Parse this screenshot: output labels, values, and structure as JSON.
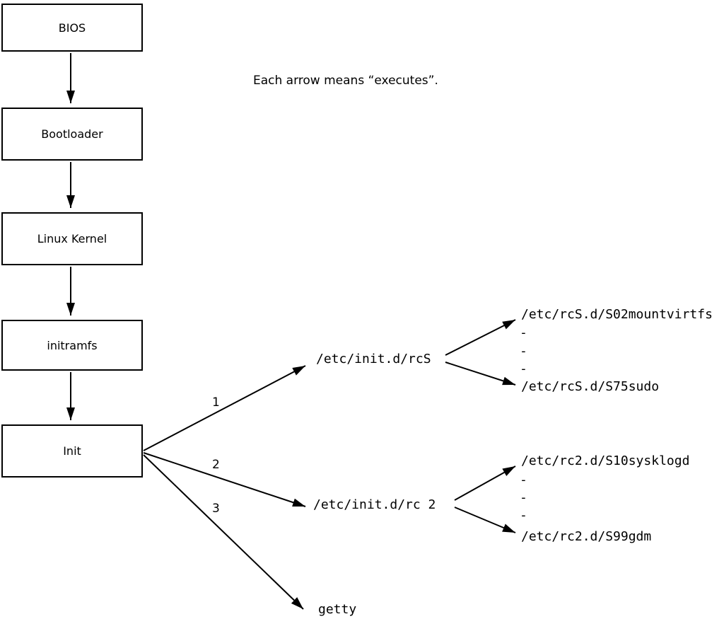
{
  "caption": "Each arrow means “executes”.",
  "chain": [
    {
      "label": "BIOS"
    },
    {
      "label": "Bootloader"
    },
    {
      "label": "Linux Kernel"
    },
    {
      "label": "initramfs"
    },
    {
      "label": "Init"
    }
  ],
  "branches": [
    {
      "order": "1",
      "target": "/etc/init.d/rcS",
      "children": [
        "/etc/rcS.d/S02mountvirtfs",
        "-",
        "-",
        "-",
        "/etc/rcS.d/S75sudo"
      ]
    },
    {
      "order": "2",
      "target": "/etc/init.d/rc 2",
      "children": [
        "/etc/rc2.d/S10sysklogd",
        "-",
        "-",
        "-",
        "/etc/rc2.d/S99gdm"
      ]
    },
    {
      "order": "3",
      "target": "getty",
      "children": []
    }
  ]
}
